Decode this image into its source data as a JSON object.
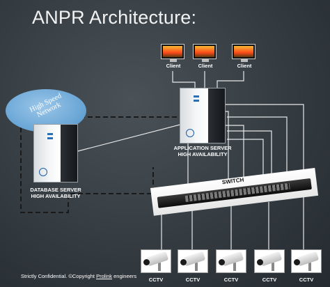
{
  "title": "ANPR Architecture:",
  "network": {
    "label": "High Speed Network"
  },
  "clients": [
    {
      "label": "Client"
    },
    {
      "label": "Client"
    },
    {
      "label": "Client"
    }
  ],
  "app_server": {
    "line1": "APPLICATION SERVER",
    "line2": "HIGH AVAILABILITY"
  },
  "db_server": {
    "line1": "DATABASE SERVER",
    "line2": "HIGH AVAILABILITY"
  },
  "switch": {
    "label": "SWITCH"
  },
  "cameras": [
    {
      "label": "CCTV"
    },
    {
      "label": "CCTV"
    },
    {
      "label": "CCTV"
    },
    {
      "label": "CCTV"
    },
    {
      "label": "CCTV"
    }
  ],
  "footer": {
    "prefix": "Strictly Confidential. ©Copyright",
    "brand": "Prolink",
    "suffix": "engineers"
  },
  "colors": {
    "background": "#343b41",
    "cloud": "#6aa6d6",
    "wire": "#e8e8e8",
    "text": "#ffffff"
  }
}
